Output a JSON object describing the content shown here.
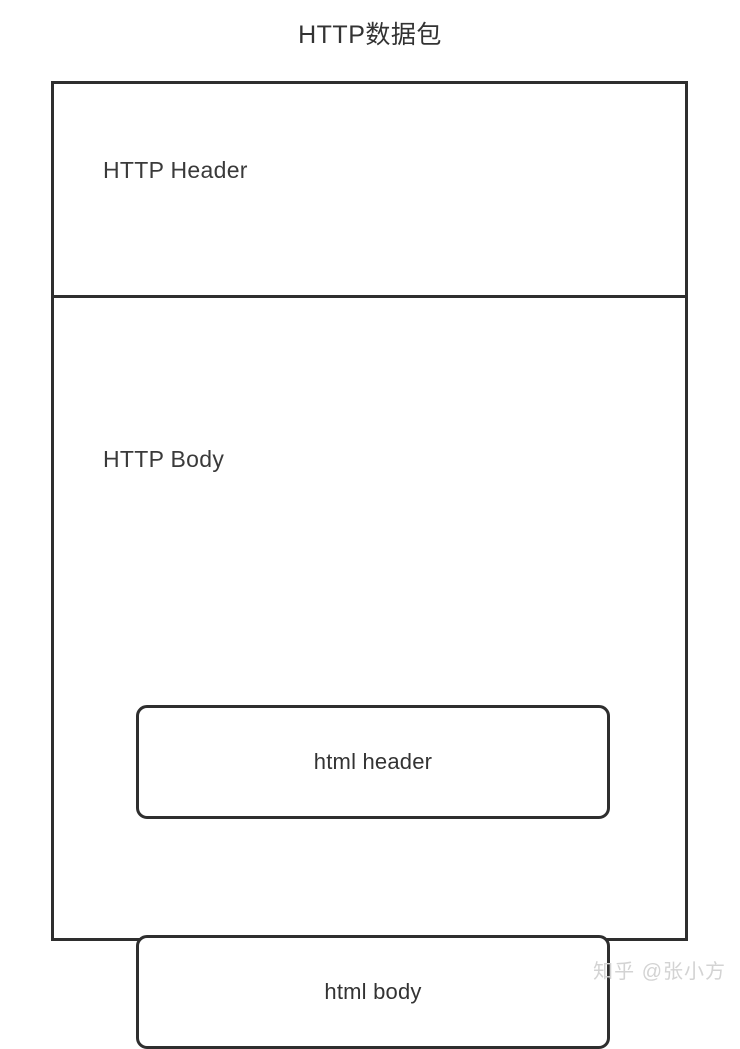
{
  "diagram": {
    "title": "HTTP数据包",
    "type": "nested-block-diagram",
    "colors": {
      "stroke": "#2e2e2e",
      "text": "#333333",
      "background": "#ffffff",
      "watermark": "#d3d3d3"
    },
    "packet": {
      "sections": [
        {
          "id": "http-header",
          "label": "HTTP Header",
          "children": []
        },
        {
          "id": "http-body",
          "label": "HTTP Body",
          "children": [
            {
              "id": "html-header",
              "label": "html header"
            },
            {
              "id": "html-body",
              "label": "html body"
            }
          ]
        }
      ]
    }
  },
  "watermark": {
    "text": "知乎 @张小方"
  }
}
